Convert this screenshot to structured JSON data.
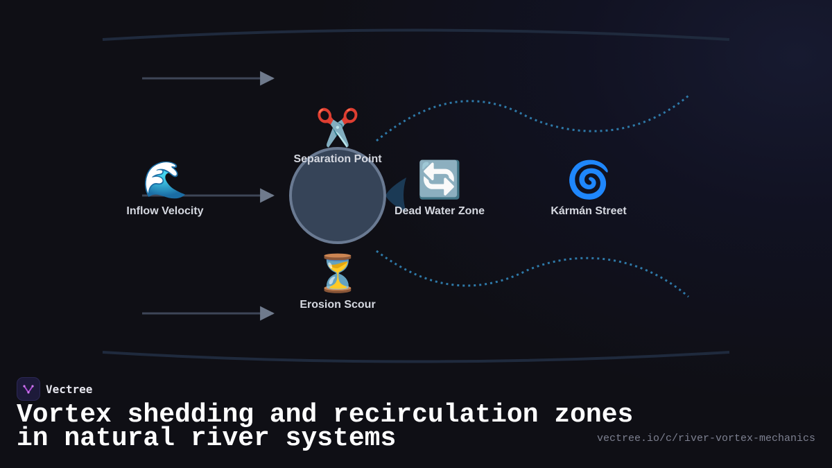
{
  "diagram": {
    "nodes": {
      "inflow": {
        "icon": "wave-icon",
        "glyph": "🌊",
        "label": "Inflow Velocity"
      },
      "separation": {
        "icon": "scissors-icon",
        "glyph": "✂️",
        "label": "Separation Point"
      },
      "deadwater": {
        "icon": "cycle-arrows-icon",
        "glyph": "🔄",
        "label": "Dead Water Zone"
      },
      "karman": {
        "icon": "cyclone-icon",
        "glyph": "🌀",
        "label": "Kármán Street"
      },
      "erosion": {
        "icon": "hourglass-icon",
        "glyph": "⏳",
        "label": "Erosion Scour"
      }
    },
    "colors": {
      "bank": "#1f2a3d",
      "flow_arrow": "#3e4657",
      "arrow_head": "#6f7a8c",
      "obstacle_fill": "#364458",
      "obstacle_stroke": "#6a7a92",
      "wake": "#2e79a8",
      "wake_fin": "#1b3a55"
    }
  },
  "brand": {
    "name": "Vectree",
    "logo": "vectree-logo-icon"
  },
  "title": {
    "line1": "Vortex shedding and recirculation zones",
    "line2": "in natural river systems"
  },
  "url": "vectree.io/c/river-vortex-mechanics"
}
